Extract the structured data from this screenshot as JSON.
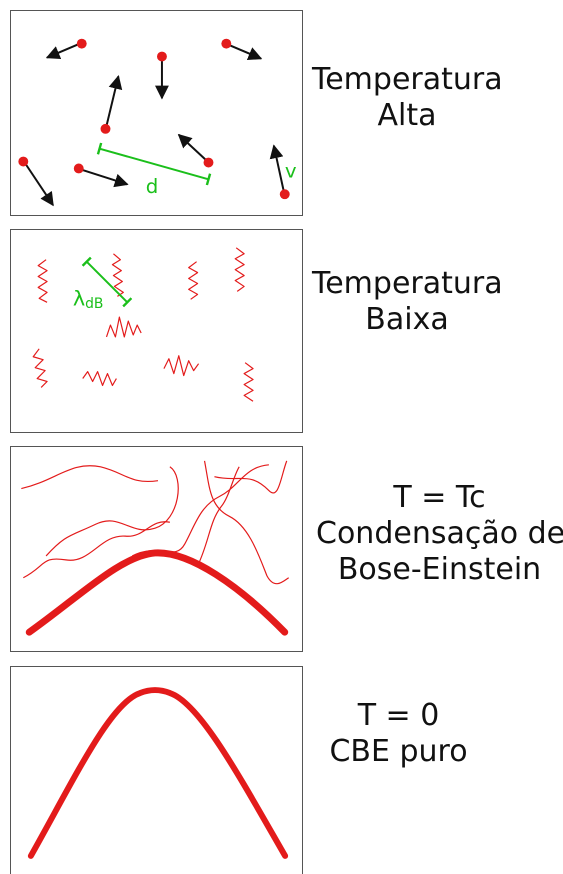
{
  "panels": [
    {
      "lines": [
        "Temperatura",
        "Alta"
      ],
      "annotations": {
        "distance": "d",
        "velocity": "v"
      }
    },
    {
      "lines": [
        "Temperatura",
        "Baixa"
      ],
      "annotations": {
        "wavelength_symbol": "λ",
        "wavelength_subscript": "dB"
      }
    },
    {
      "lines": [
        "T = Tc",
        "Condensação de",
        "Bose-Einstein"
      ]
    },
    {
      "lines": [
        "T = 0",
        "CBE puro"
      ]
    }
  ],
  "colors": {
    "particle": "#e31b1b",
    "arrow": "#111111",
    "annotation": "#1bbf1b",
    "wave": "#e31b1b",
    "border": "#555555"
  }
}
